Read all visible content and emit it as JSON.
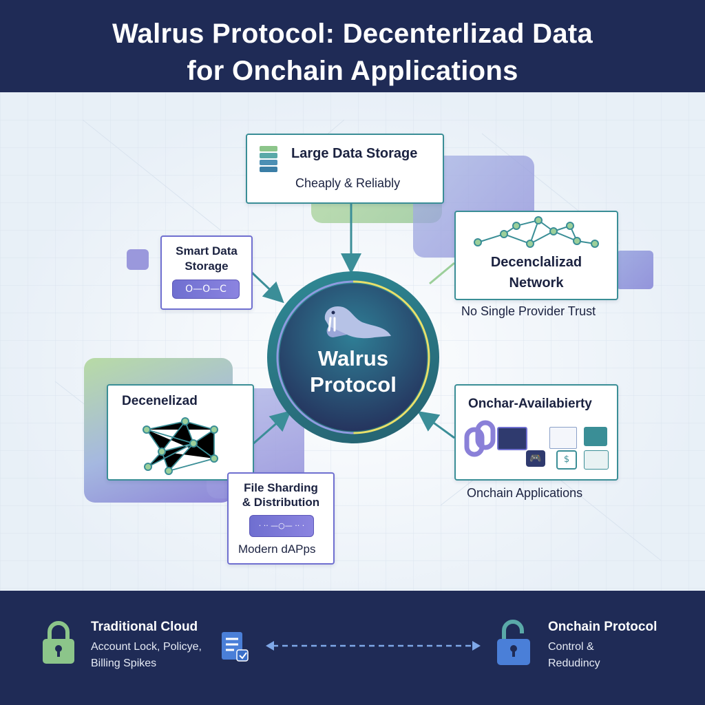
{
  "header": {
    "title_line1": "Walrus Protocol: Decenterlizad Data",
    "title_line2": "for Onchain Applications"
  },
  "center": {
    "title_line1": "Walrus",
    "title_line2": "Protocol",
    "icon": "walrus-icon"
  },
  "cards": {
    "storage": {
      "title": "Large Data Storage",
      "subtitle": "Cheaply & Reliably",
      "icon": "server-stack-icon"
    },
    "smart": {
      "title_line1": "Smart Data",
      "title_line2": "Storage",
      "pill_text": "O—O—C",
      "icon": "link-icon"
    },
    "network": {
      "title_line1": "Decenclalizad",
      "title_line2": "Network",
      "caption": "No Single Provider Trust",
      "icon": "network-graph-icon"
    },
    "decentral": {
      "title": "Decenelizad",
      "icon": "network-graph-icon"
    },
    "sharding": {
      "title_line1": "File Sharding",
      "title_line2": "& Distribution",
      "pill_text": "· ·· —○— ·· ·",
      "caption": "Modern dAPps"
    },
    "availability": {
      "title": "Onchar-Availabierty",
      "caption": "Onchain Applications",
      "icons": [
        "chain-link-icon",
        "app-window-icon",
        "gamepad-icon",
        "coin-icon",
        "document-icon"
      ]
    }
  },
  "footer": {
    "left": {
      "title": "Traditional Cloud",
      "line1": "Account Lock, Policye,",
      "line2": "Billing Spikes",
      "icon": "locked-padlock-icon",
      "doc_icon": "document-checklist-icon"
    },
    "right": {
      "title": "Onchain Protocol",
      "line1": "Control &",
      "line2": "Redudincy",
      "icon": "unlocked-padlock-icon"
    },
    "arrow": "double-arrow-dashed"
  },
  "colors": {
    "navy": "#1f2b56",
    "teal": "#3a8e96",
    "purple": "#7a72d6",
    "green": "#8cc58a",
    "yellow": "#e8e06a"
  }
}
